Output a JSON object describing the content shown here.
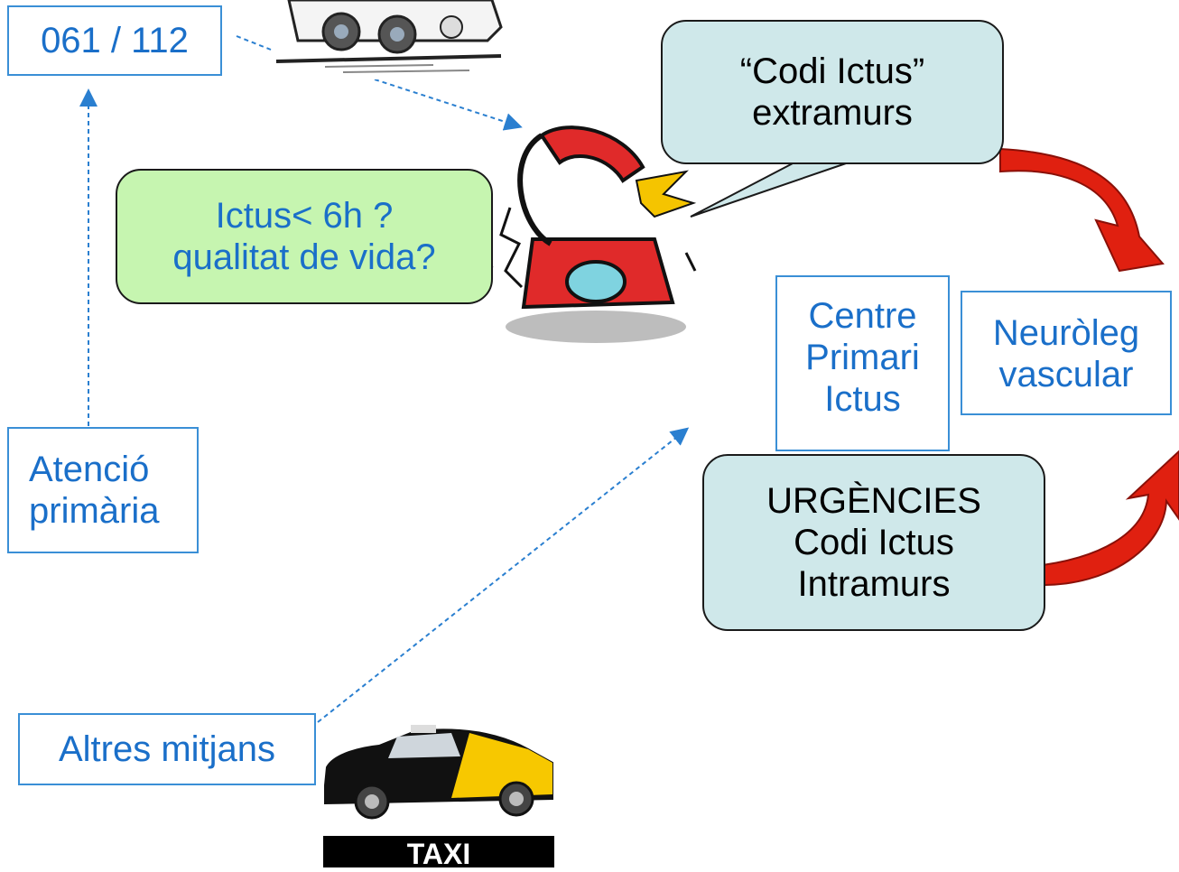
{
  "boxes": {
    "emergency_number": "061 / 112",
    "primary_care": [
      "Atenció",
      "primària"
    ],
    "other_means": "Altres mitjans",
    "stroke_center": [
      "Centre",
      "Primari",
      "Ictus"
    ],
    "neurologist": [
      "Neuròleg",
      "vascular"
    ]
  },
  "bubbles": {
    "codi_extramurs": [
      "“Codi Ictus”",
      "extramurs"
    ],
    "screening": [
      "Ictus< 6h ?",
      "qualitat de vida?"
    ],
    "urgencies": [
      "URGÈNCIES",
      "Codi Ictus",
      "Intramurs"
    ]
  },
  "illustrations": {
    "ambulance": "ambulance-illustration",
    "telephone": "ringing-telephone-illustration",
    "taxi": "taxi-illustration",
    "taxi_sign": "TAXI"
  },
  "colors": {
    "box_border": "#3a8fd6",
    "box_text": "#1a6fc9",
    "bubble_blue": "#cfe8ea",
    "bubble_green": "#c6f5b0",
    "arrow_red": "#e02010",
    "dashed_arrow": "#2a7fd0"
  }
}
